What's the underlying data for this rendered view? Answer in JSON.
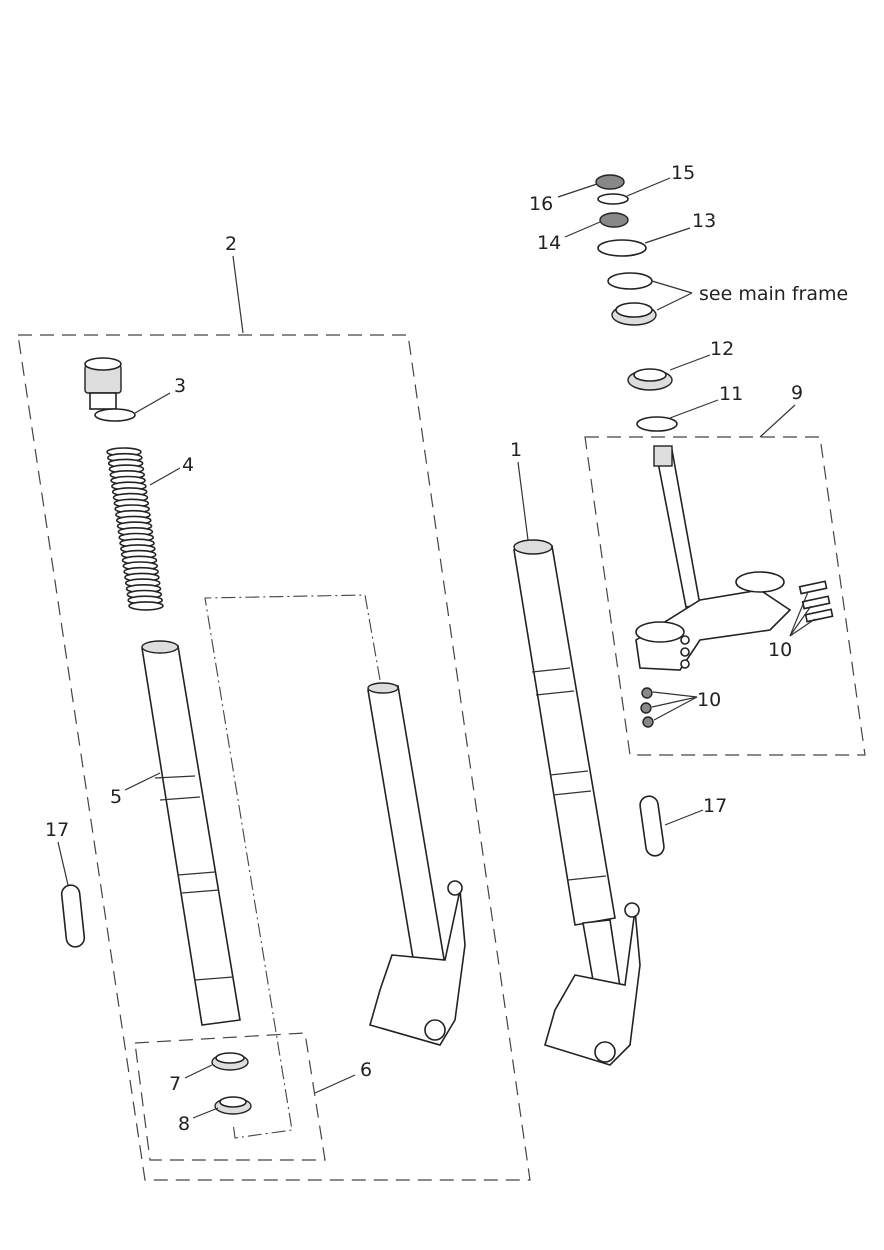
{
  "diagram": {
    "title": "Front fork and yokes exploded parts diagram",
    "callouts": {
      "c1": "1",
      "c2": "2",
      "c3": "3",
      "c4": "4",
      "c5": "5",
      "c6": "6",
      "c7": "7",
      "c8": "8",
      "c9": "9",
      "c10a": "10",
      "c10b": "10",
      "c11": "11",
      "c12": "12",
      "c13": "13",
      "c14": "14",
      "c15": "15",
      "c16": "16",
      "c17a": "17",
      "c17b": "17"
    },
    "note": "see main frame"
  }
}
